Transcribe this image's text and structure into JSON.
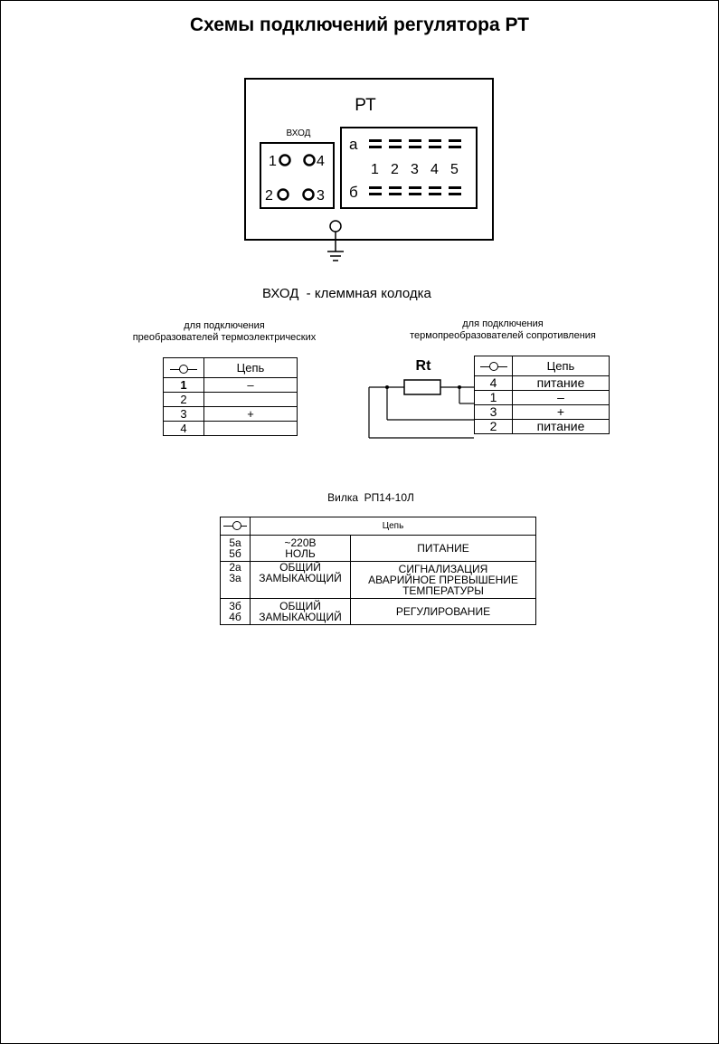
{
  "title": "Схемы подключений регулятора РТ",
  "device": {
    "label": "РТ",
    "input_label": "ВХОД",
    "pins": {
      "p1": "1",
      "p2": "2",
      "p3": "3",
      "p4": "4"
    },
    "row_a": "а",
    "row_b": "б",
    "numbers": [
      "1",
      "2",
      "3",
      "4",
      "5"
    ]
  },
  "caption_vhod": "ВХОД  - клеммная колодка",
  "thermocouple": {
    "caption": "для подключения\nпреобразователей термоэлектрических",
    "header": "Цепь",
    "rows": [
      {
        "pin": "1",
        "circuit": "–"
      },
      {
        "pin": "2",
        "circuit": ""
      },
      {
        "pin": "3",
        "circuit": "+"
      },
      {
        "pin": "4",
        "circuit": ""
      }
    ]
  },
  "rtd": {
    "caption": "для подключения\nтермопреобразователей сопротивления",
    "resistor_label": "Rt",
    "header": "Цепь",
    "rows": [
      {
        "pin": "4",
        "circuit": "питание"
      },
      {
        "pin": "1",
        "circuit": "–"
      },
      {
        "pin": "3",
        "circuit": "+"
      },
      {
        "pin": "2",
        "circuit": "питание"
      }
    ]
  },
  "vilka": {
    "caption": "Вилка  РП14-10Л",
    "header": "Цепь",
    "rows": [
      {
        "pins": "5а\n5б",
        "contact": "~220В\nНОЛЬ",
        "function": "ПИТАНИЕ"
      },
      {
        "pins": "2а\n3а",
        "contact": "ОБЩИЙ\nЗАМЫКАЮЩИЙ",
        "function": "СИГНАЛИЗАЦИЯ\nАВАРИЙНОЕ ПРЕВЫШЕНИЕ\nТЕМПЕРАТУРЫ"
      },
      {
        "pins": "3б\n4б",
        "contact": "ОБЩИЙ\nЗАМЫКАЮЩИЙ",
        "function": "РЕГУЛИРОВАНИЕ"
      }
    ]
  }
}
